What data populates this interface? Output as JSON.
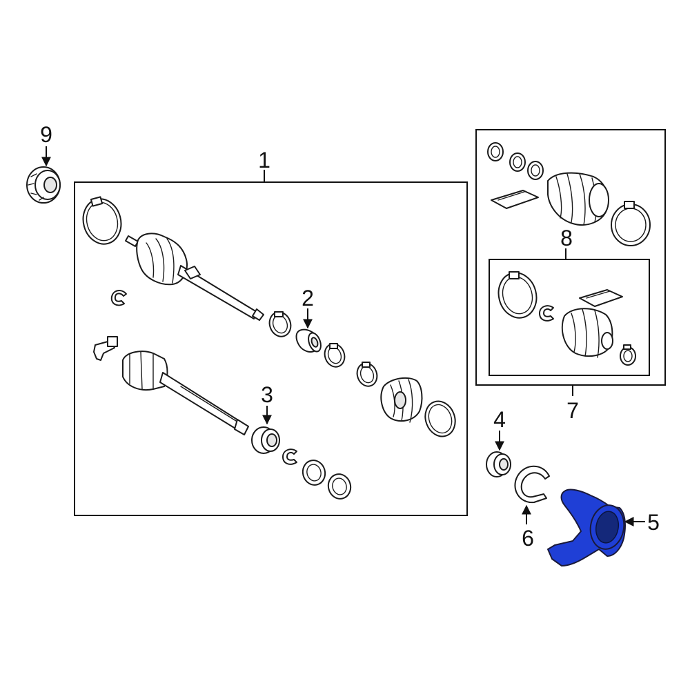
{
  "diagram": {
    "highlight_color": "#1f3fd6",
    "callouts": [
      {
        "id": "label-1",
        "text": "1"
      },
      {
        "id": "label-2",
        "text": "2"
      },
      {
        "id": "label-3",
        "text": "3"
      },
      {
        "id": "label-4",
        "text": "4"
      },
      {
        "id": "label-5",
        "text": "5"
      },
      {
        "id": "label-6",
        "text": "6"
      },
      {
        "id": "label-7",
        "text": "7"
      },
      {
        "id": "label-8",
        "text": "8"
      },
      {
        "id": "label-9",
        "text": "9"
      }
    ],
    "highlighted_part": "5"
  }
}
